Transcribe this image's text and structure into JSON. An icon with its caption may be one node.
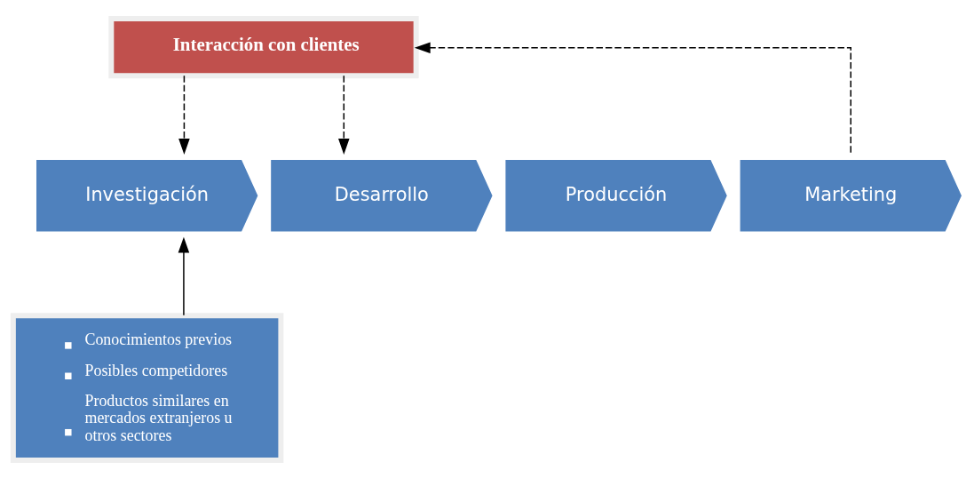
{
  "diagram": {
    "nodes": [
      {
        "text": [
          "Interacción con clientes"
        ]
      },
      {
        "text": [
          "Investigación"
        ]
      },
      {
        "text": [
          "Desarrollo"
        ]
      },
      {
        "text": [
          "Producción"
        ]
      },
      {
        "text": [
          "Marketing"
        ]
      },
      {
        "text": [
          "Conocimientos previos",
          "Posibles competidores",
          "Productos similares en mercados extranjeros u otros sectores"
        ]
      }
    ],
    "edges": [
      {
        "from": 0,
        "to": 1,
        "arrow": "to",
        "style": "dashed"
      },
      {
        "from": 0,
        "to": 2,
        "arrow": "to",
        "style": "dashed"
      },
      {
        "from": 4,
        "to": 0,
        "arrow": "to",
        "style": "dashed"
      },
      {
        "from": 5,
        "to": 1,
        "arrow": "to"
      }
    ]
  }
}
